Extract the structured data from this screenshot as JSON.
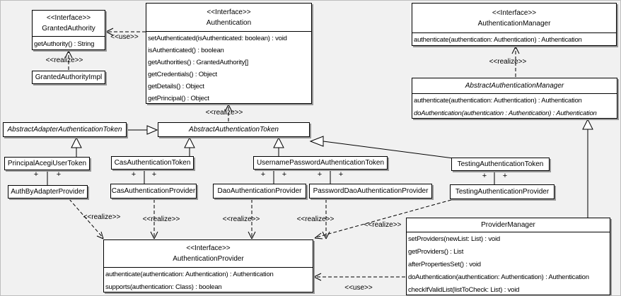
{
  "diagram": {
    "background": "#f1f1f1",
    "box_fill": "#ffffff",
    "box_border": "#000000",
    "shadow": "#979797",
    "line_color": "#000000"
  },
  "stereotypes": {
    "interface": "<<Interface>>",
    "realize": "<<realize>>",
    "use": "<<use>>",
    "plus": "+"
  },
  "classes": {
    "granted_authority": {
      "stereotype": "<<Interface>>",
      "name": "GrantedAuthority",
      "methods": [
        "getAuthority() : String"
      ]
    },
    "granted_authority_impl": {
      "name": "GrantedAuthorityImpl"
    },
    "authentication": {
      "stereotype": "<<Interface>>",
      "name": "Authentication",
      "methods": [
        "setAuthenticated(isAuthenticated: boolean) : void",
        "isAuthenticated() : boolean",
        "getAuthorities() : GrantedAuthority[]",
        "getCredentials() : Object",
        "getDetails() : Object",
        "getPrincipal() : Object"
      ]
    },
    "authentication_manager": {
      "stereotype": "<<Interface>>",
      "name": "AuthenticationManager",
      "methods": [
        "authenticate(authentication: Authentication) : Authentication"
      ]
    },
    "abstract_authentication_manager": {
      "name": "AbstractAuthenticationManager",
      "abstract": true,
      "methods": [
        "authenticate(authentication: Authentication) : Authentication",
        "doAuthentication(authentication : Authentication) : Authentication"
      ]
    },
    "abstract_adapter_authentication_token": {
      "name": "AbstractAdapterAuthenticationToken",
      "abstract": true
    },
    "abstract_authentication_token": {
      "name": "AbstractAuthenticationToken",
      "abstract": true
    },
    "principal_acegi_user_token": {
      "name": "PrincipalAcegiUserToken"
    },
    "cas_authentication_token": {
      "name": "CasAuthenticationToken"
    },
    "username_password_authentication_token": {
      "name": "UsernamePasswordAuthenticationToken"
    },
    "testing_authentication_token": {
      "name": "TestingAuthenticationToken"
    },
    "auth_by_adapter_provider": {
      "name": "AuthByAdapterProvider"
    },
    "cas_authentication_provider": {
      "name": "CasAuthenticationProvider"
    },
    "dao_authentication_provider": {
      "name": "DaoAuthenticationProvider"
    },
    "password_dao_authentication_provider": {
      "name": "PasswordDaoAuthenticationProvider"
    },
    "testing_authentication_provider": {
      "name": "TestingAuthenticationProvider"
    },
    "authentication_provider": {
      "stereotype": "<<Interface>>",
      "name": "AuthenticationProvider",
      "methods": [
        "authenticate(authentication: Authentication) : Authentication",
        "supports(authentication: Class) : boolean"
      ]
    },
    "provider_manager": {
      "name": "ProviderManager",
      "methods": [
        "setProviders(newList: List) : void",
        "getProviders() : List",
        "afterPropertiesSet() : void",
        "doAuthentication(authentication: Authentication) : Authentication",
        "checkIfValidList(listToCheck: List) : void"
      ]
    }
  },
  "relationships": [
    {
      "from": "GrantedAuthorityImpl",
      "to": "GrantedAuthority",
      "type": "realize",
      "label": "<<realize>>"
    },
    {
      "from": "Authentication",
      "to": "GrantedAuthority",
      "type": "use",
      "label": "<<use>>"
    },
    {
      "from": "AbstractAuthenticationToken",
      "to": "Authentication",
      "type": "realize",
      "label": "<<realize>>"
    },
    {
      "from": "AbstractAuthenticationManager",
      "to": "AuthenticationManager",
      "type": "realize",
      "label": "<<realize>>"
    },
    {
      "from": "ProviderManager",
      "to": "AbstractAuthenticationManager",
      "type": "generalization"
    },
    {
      "from": "AbstractAdapterAuthenticationToken",
      "to": "AbstractAuthenticationToken",
      "type": "generalization"
    },
    {
      "from": "PrincipalAcegiUserToken",
      "to": "AbstractAdapterAuthenticationToken",
      "type": "generalization"
    },
    {
      "from": "CasAuthenticationToken",
      "to": "AbstractAuthenticationToken",
      "type": "generalization"
    },
    {
      "from": "UsernamePasswordAuthenticationToken",
      "to": "AbstractAuthenticationToken",
      "type": "generalization"
    },
    {
      "from": "TestingAuthenticationToken",
      "to": "AbstractAuthenticationToken",
      "type": "generalization"
    },
    {
      "from": "PrincipalAcegiUserToken",
      "to": "AuthByAdapterProvider",
      "type": "association",
      "end_adornments": "+ +"
    },
    {
      "from": "CasAuthenticationToken",
      "to": "CasAuthenticationProvider",
      "type": "association",
      "end_adornments": "+ +"
    },
    {
      "from": "UsernamePasswordAuthenticationToken",
      "to": "DaoAuthenticationProvider",
      "type": "association",
      "end_adornments": "+ +"
    },
    {
      "from": "UsernamePasswordAuthenticationToken",
      "to": "PasswordDaoAuthenticationProvider",
      "type": "association",
      "end_adornments": "+ +"
    },
    {
      "from": "TestingAuthenticationToken",
      "to": "TestingAuthenticationProvider",
      "type": "association",
      "end_adornments": "+ +"
    },
    {
      "from": "AuthByAdapterProvider",
      "to": "AuthenticationProvider",
      "type": "realize",
      "label": "<<realize>>"
    },
    {
      "from": "CasAuthenticationProvider",
      "to": "AuthenticationProvider",
      "type": "realize",
      "label": "<<realize>>"
    },
    {
      "from": "DaoAuthenticationProvider",
      "to": "AuthenticationProvider",
      "type": "realize",
      "label": "<<realize>>"
    },
    {
      "from": "PasswordDaoAuthenticationProvider",
      "to": "AuthenticationProvider",
      "type": "realize",
      "label": "<<realize>>"
    },
    {
      "from": "TestingAuthenticationProvider",
      "to": "AuthenticationProvider",
      "type": "realize",
      "label": "<<realize>>"
    },
    {
      "from": "ProviderManager",
      "to": "AuthenticationProvider",
      "type": "use",
      "label": "<<use>>"
    }
  ]
}
